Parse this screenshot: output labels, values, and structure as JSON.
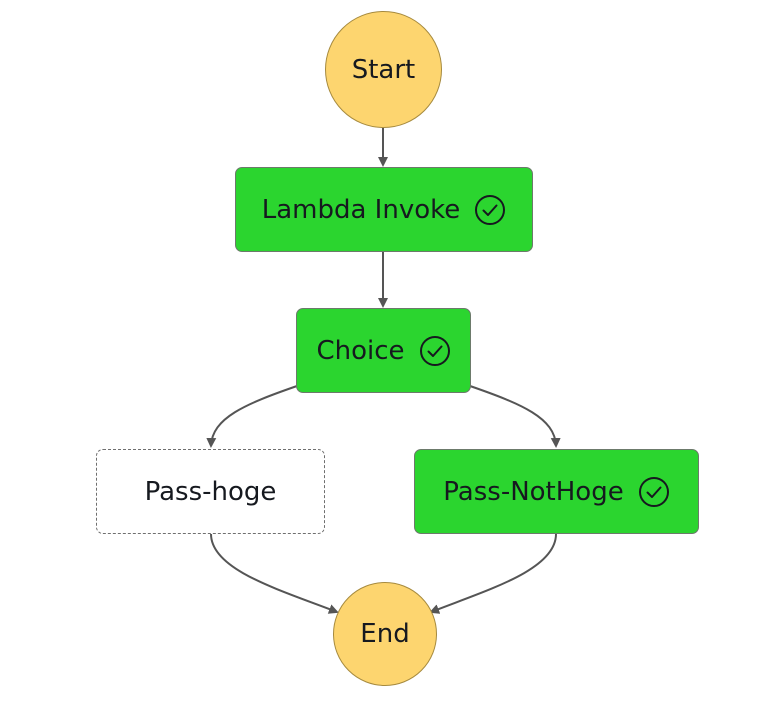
{
  "nodes": {
    "start": {
      "label": "Start"
    },
    "lambda_invoke": {
      "label": "Lambda Invoke",
      "status": "succeeded"
    },
    "choice": {
      "label": "Choice",
      "status": "succeeded"
    },
    "pass_hoge": {
      "label": "Pass-hoge",
      "status": "not-executed"
    },
    "pass_nothoge": {
      "label": "Pass-NotHoge",
      "status": "succeeded"
    },
    "end": {
      "label": "End"
    }
  },
  "edges": [
    {
      "from": "start",
      "to": "lambda_invoke"
    },
    {
      "from": "lambda_invoke",
      "to": "choice"
    },
    {
      "from": "choice",
      "to": "pass_hoge"
    },
    {
      "from": "choice",
      "to": "pass_nothoge"
    },
    {
      "from": "pass_hoge",
      "to": "end"
    },
    {
      "from": "pass_nothoge",
      "to": "end"
    }
  ],
  "colors": {
    "terminal_fill": "#fdd56f",
    "succeeded_fill": "#2bd52f",
    "skipped_fill": "#ffffff",
    "edge": "#555555"
  }
}
